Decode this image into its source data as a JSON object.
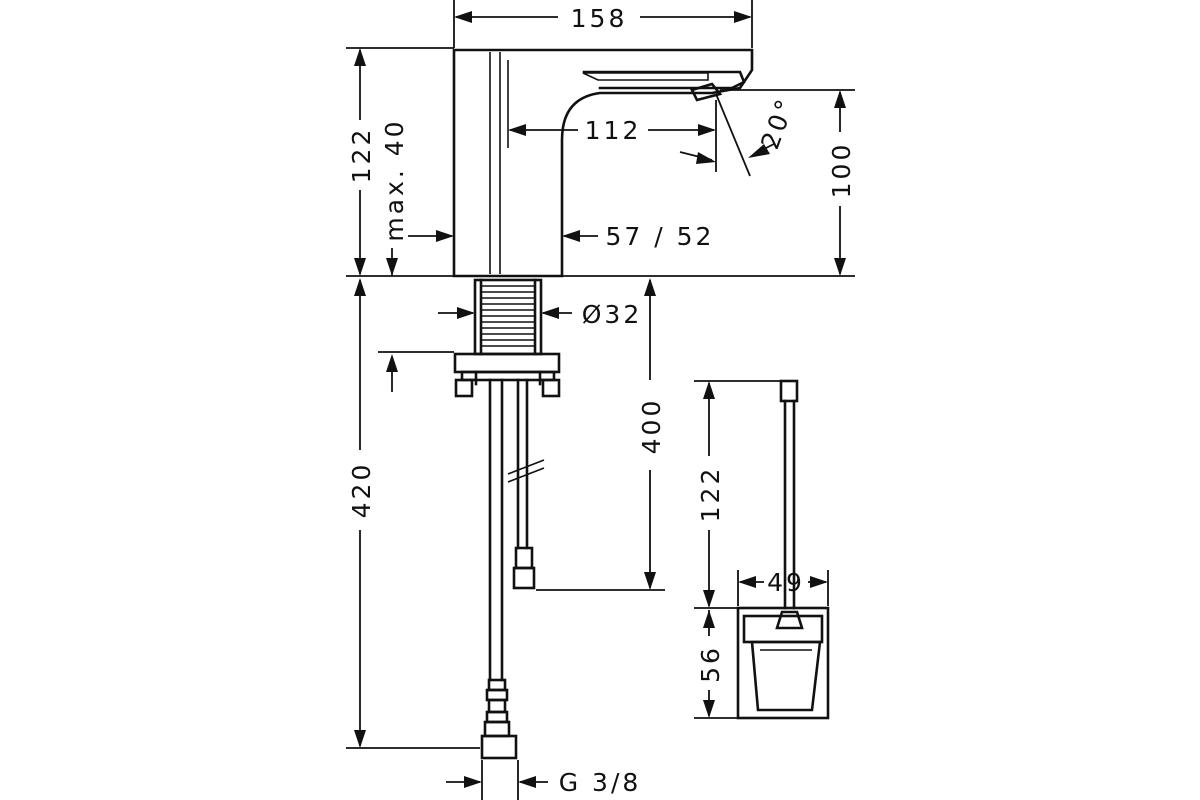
{
  "dimensions": {
    "overall_width": "158",
    "spout_height": "122",
    "max_thickness": "max. 40",
    "spout_reach": "112",
    "spray_angle": "20°",
    "outlet_height": "100",
    "body_width": "57 / 52",
    "shank_diameter": "Ø32",
    "hose_length": "400",
    "total_length": "420",
    "box_cable": "122",
    "box_width": "49",
    "box_height": "56",
    "connection": "G 3/8"
  }
}
